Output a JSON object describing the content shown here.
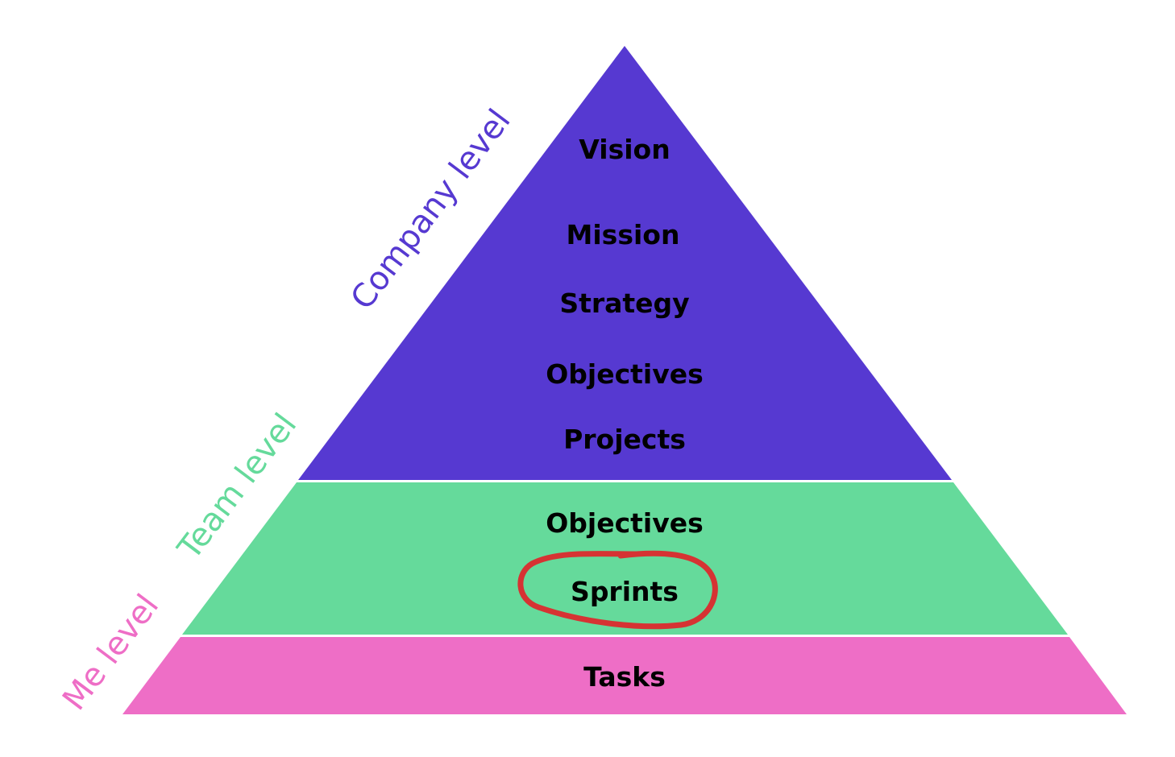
{
  "colors": {
    "company": "#5639D1",
    "team": "#65DA9B",
    "me": "#EE6EC6",
    "highlight": "#D63333",
    "text": "#000000"
  },
  "side_labels": {
    "company": "Company level",
    "team": "Team level",
    "me": "Me level"
  },
  "company_tier": [
    "Vision",
    "Mission",
    "Strategy",
    "Objectives",
    "Projects"
  ],
  "team_tier": [
    "Objectives",
    "Sprints"
  ],
  "me_tier": [
    "Tasks"
  ],
  "highlighted_item": "Sprints"
}
